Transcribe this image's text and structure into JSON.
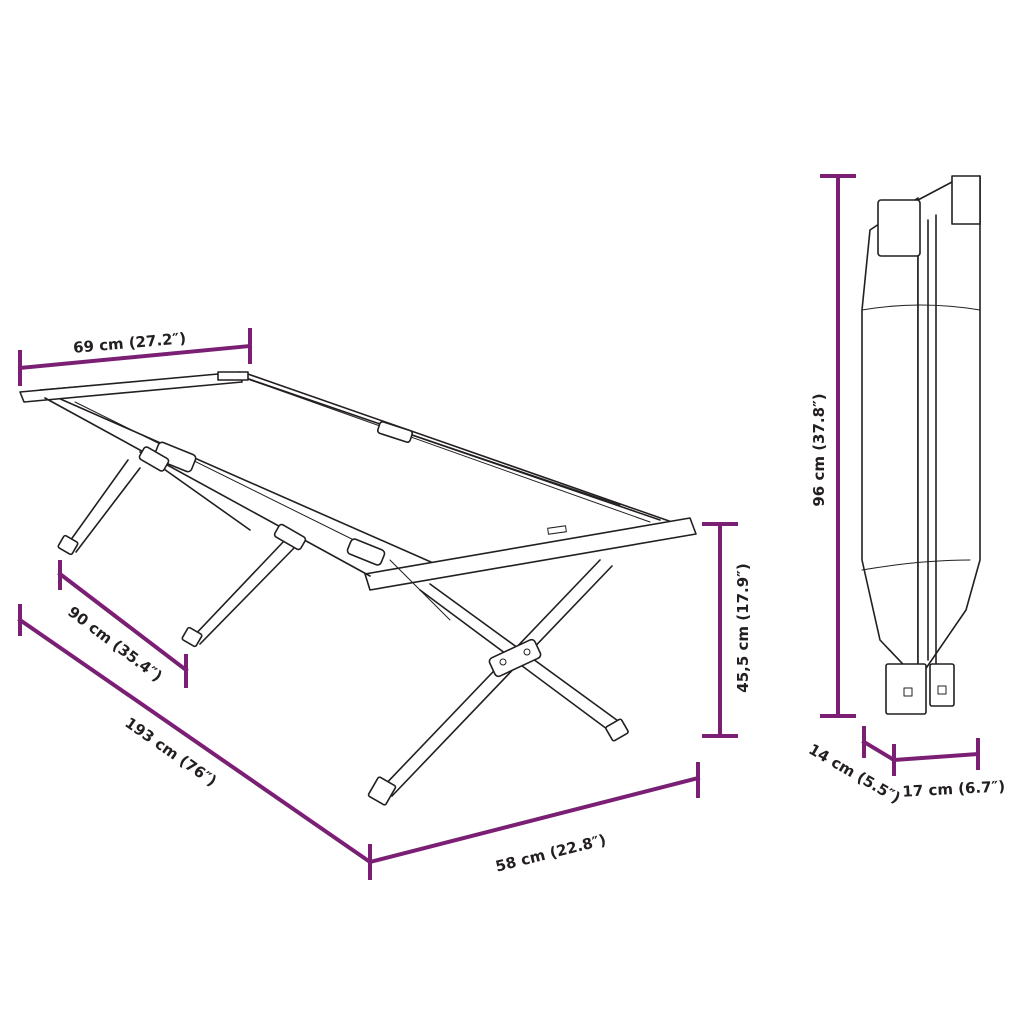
{
  "colors": {
    "accent": "#7a1f74",
    "ink": "#231f20",
    "background": "#ffffff"
  },
  "dimensions": {
    "width": "69 cm (27.2″)",
    "leg_span": "90 cm (35.4″)",
    "length": "193 cm (76″)",
    "depth": "58 cm (22.8″)",
    "height": "45,5 cm (17.9″)",
    "folded_height": "96 cm (37.8″)",
    "folded_depth": "14 cm (5.5″)",
    "folded_width": "17 cm (6.7″)"
  }
}
